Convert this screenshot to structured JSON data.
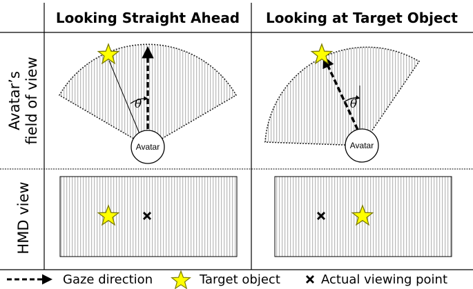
{
  "columns": [
    "Looking Straight Ahead",
    "Looking at Target Object"
  ],
  "rows": {
    "fov": [
      "Avatar’s",
      "field of view"
    ],
    "hmd": "HMD view"
  },
  "avatar_label": "Avatar",
  "angle_symbol": "θ",
  "legend": {
    "gaze": "Gaze direction",
    "target": "Target object",
    "viewpoint": "Actual viewing point"
  },
  "colors": {
    "star_fill": "#ffff00",
    "star_stroke": "#7a7a00",
    "hatch": "#a8a8a8"
  }
}
